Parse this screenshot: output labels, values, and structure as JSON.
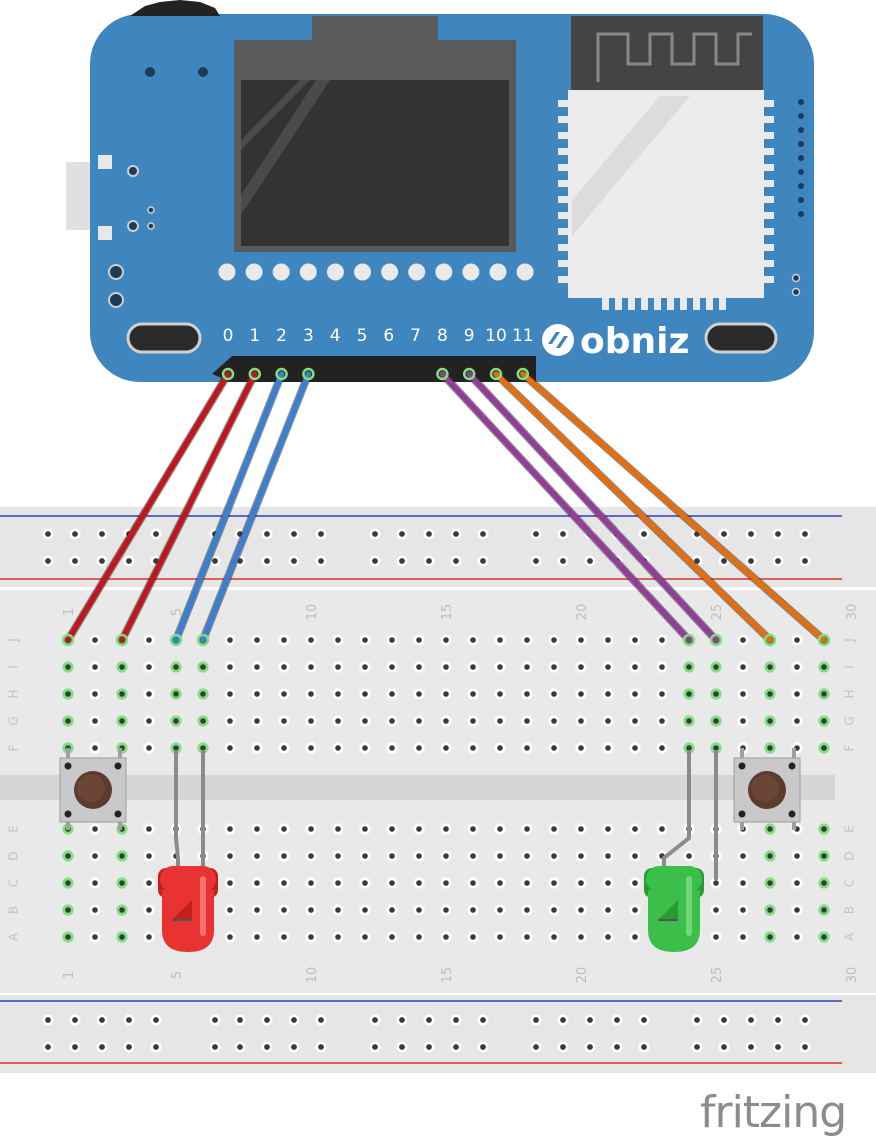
{
  "board": {
    "brand": "obniz",
    "pins": [
      "0",
      "1",
      "2",
      "3",
      "4",
      "5",
      "6",
      "7",
      "8",
      "9",
      "10",
      "11"
    ]
  },
  "breadboard": {
    "column_numbers": [
      "1",
      "5",
      "10",
      "15",
      "20",
      "25",
      "30"
    ],
    "rows_top": [
      "J",
      "I",
      "H",
      "G",
      "F"
    ],
    "rows_bottom": [
      "E",
      "D",
      "C",
      "B",
      "A"
    ]
  },
  "components": [
    {
      "type": "pushbutton",
      "side": "left"
    },
    {
      "type": "led",
      "color": "red"
    },
    {
      "type": "led",
      "color": "green"
    },
    {
      "type": "pushbutton",
      "side": "right"
    }
  ],
  "wires": [
    {
      "from_pin": "0",
      "to": "J1",
      "color": "red"
    },
    {
      "from_pin": "1",
      "to": "J3",
      "color": "red"
    },
    {
      "from_pin": "2",
      "to": "J5",
      "color": "blue"
    },
    {
      "from_pin": "3",
      "to": "J6",
      "color": "blue"
    },
    {
      "from_pin": "8",
      "to": "J24",
      "color": "purple"
    },
    {
      "from_pin": "9",
      "to": "J25",
      "color": "purple"
    },
    {
      "from_pin": "10",
      "to": "J27",
      "color": "orange"
    },
    {
      "from_pin": "11",
      "to": "J29",
      "color": "orange"
    }
  ],
  "colors": {
    "board": "#3f86be",
    "red_wire": "#c0161d",
    "blue_wire": "#3a7fd1",
    "purple_wire": "#933c9a",
    "orange_wire": "#e66d0a",
    "highlight": "#7fe07f"
  },
  "watermark": "fritzing"
}
